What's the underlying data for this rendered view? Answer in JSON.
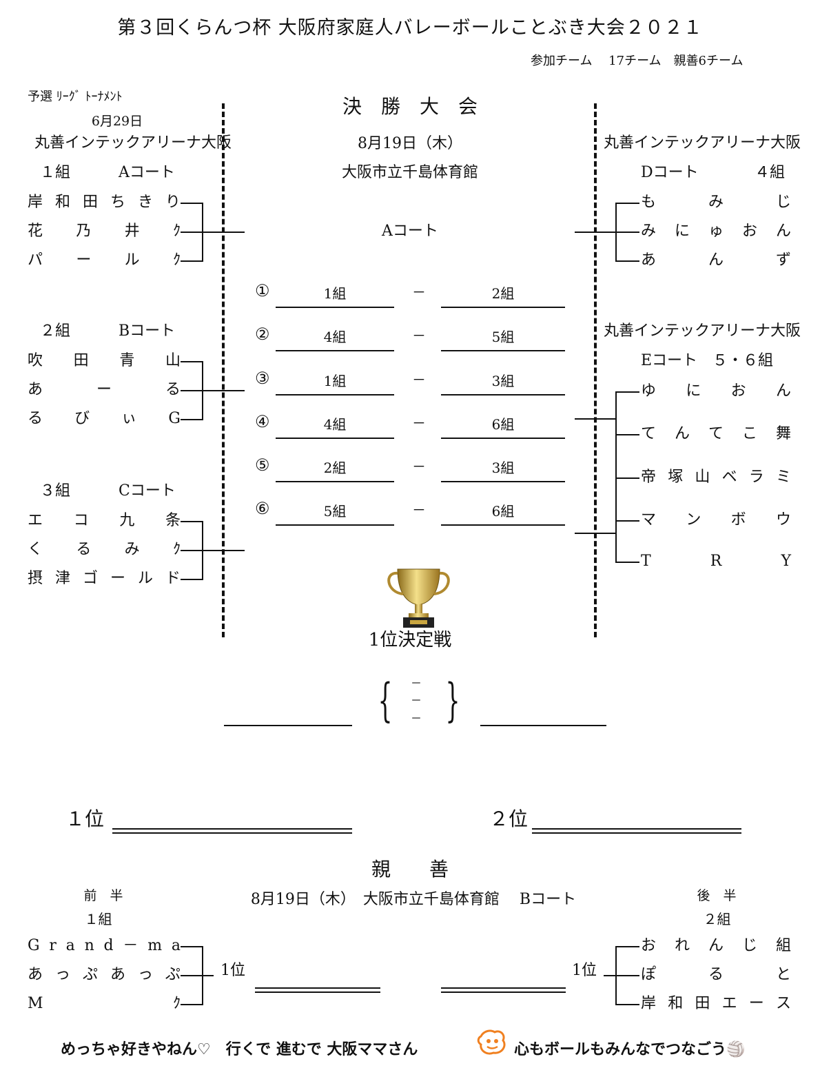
{
  "title": "第３回くらんつ杯 大阪府家庭人バレーボールことぶき大会２０２１",
  "participants": "参加チーム　 17チーム　親善6チーム",
  "left": {
    "stage": "予選 ﾘｰｸﾞ ﾄｰﾅﾒﾝﾄ",
    "date": "6月29日",
    "venue": "丸善インテックアリーナ大阪",
    "groups": [
      {
        "label": "１組",
        "court": "Aコート",
        "teams": [
          [
            "岸",
            "和",
            "田",
            "ち",
            "き",
            "り"
          ],
          [
            "花",
            "乃",
            "井",
            "ｸ"
          ],
          [
            "パ",
            "ー",
            "ル",
            "ｸ"
          ]
        ]
      },
      {
        "label": "２組",
        "court": "Bコート",
        "teams": [
          [
            "吹",
            "田",
            "青",
            "山"
          ],
          [
            "あ",
            "ー",
            "る"
          ],
          [
            "る",
            "び",
            "ぃ",
            "G"
          ]
        ]
      },
      {
        "label": "３組",
        "court": "Cコート",
        "teams": [
          [
            "エ",
            "コ",
            "九",
            "条"
          ],
          [
            "く",
            "る",
            "み",
            "ｸ"
          ],
          [
            "摂",
            "津",
            "ゴ",
            "ー",
            "ル",
            "ド"
          ]
        ]
      }
    ]
  },
  "center": {
    "heading": "決　勝　大　会",
    "date": "8月19日（木）",
    "venue": "大阪市立千島体育館",
    "court": "Aコート",
    "dash": "－",
    "matches": [
      {
        "no": "①",
        "a": "1組",
        "b": "2組"
      },
      {
        "no": "②",
        "a": "4組",
        "b": "5組"
      },
      {
        "no": "③",
        "a": "1組",
        "b": "3組"
      },
      {
        "no": "④",
        "a": "4組",
        "b": "6組"
      },
      {
        "no": "⑤",
        "a": "2組",
        "b": "3組"
      },
      {
        "no": "⑥",
        "a": "5組",
        "b": "6組"
      }
    ],
    "final_label": "1位決定戦",
    "final_dashes": [
      "－",
      "－",
      "－"
    ]
  },
  "right": {
    "venue1": "丸善インテックアリーナ大阪",
    "court1": "Dコート",
    "group1": "４組",
    "teams1": [
      [
        "も",
        "み",
        "じ"
      ],
      [
        "み",
        "に",
        "ゅ",
        "お",
        "ん"
      ],
      [
        "あ",
        "ん",
        "ず"
      ]
    ],
    "venue2": "丸善インテックアリーナ大阪",
    "court2": "Eコート　５・６組",
    "teams2": [
      [
        "ゆ",
        "に",
        "お",
        "ん"
      ],
      [
        "て",
        "ん",
        "て",
        "こ",
        "舞"
      ],
      [
        "帝",
        "塚",
        "山",
        "ベ",
        "ラ",
        "ミ"
      ],
      [
        "マ",
        "ン",
        "ボ",
        "ウ"
      ],
      [
        "T",
        "R",
        "Y"
      ]
    ]
  },
  "ranking": {
    "first": "１位",
    "second": "２位"
  },
  "friendly": {
    "heading": "親　　善",
    "info": "8月19日（木）　大阪市立千島体育館　 Bコート",
    "left_half": "前　半",
    "left_group": "１組",
    "left_teams": [
      [
        "G",
        "r",
        "a",
        "n",
        "d",
        "－",
        "m",
        "a"
      ],
      [
        "あ",
        "っ",
        "ぷ",
        "あ",
        "っ",
        "ぷ"
      ],
      [
        "M",
        "ｸ"
      ]
    ],
    "right_half": "後　半",
    "right_group": "２組",
    "right_teams": [
      [
        "お",
        "れ",
        "ん",
        "じ",
        "組"
      ],
      [
        "ぽ",
        "る",
        "と"
      ],
      [
        "岸",
        "和",
        "田",
        "エ",
        "ー",
        "ス"
      ]
    ],
    "rank_label": "1位"
  },
  "footer": {
    "slogan1": "めっちゃ好きやねん♡　行くで 進むで 大阪ママさん",
    "slogan2": "心もボールもみんなでつなごう🏐"
  }
}
